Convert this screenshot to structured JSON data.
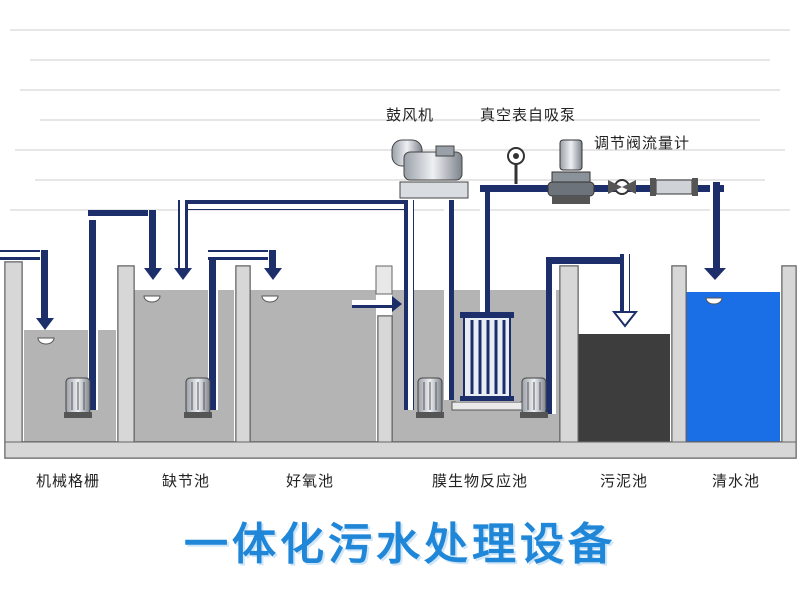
{
  "title": "一体化污水处理设备",
  "equipment_labels": {
    "blower": "鼓风机",
    "vacuum_pump": "真空表自吸泵",
    "valve_flowmeter": "调节阀流量计"
  },
  "tanks": [
    {
      "id": "screen",
      "label": "机械格栅",
      "fill": "#b4b4b4"
    },
    {
      "id": "equalization",
      "label": "缺节池",
      "fill": "#b4b4b4"
    },
    {
      "id": "aerobic",
      "label": "好氧池",
      "fill": "#b4b4b4"
    },
    {
      "id": "mbr",
      "label": "膜生物反应池",
      "fill": "#b4b4b4"
    },
    {
      "id": "sludge",
      "label": "污泥池",
      "fill": "#3d3d3d"
    },
    {
      "id": "clear",
      "label": "清水池",
      "fill": "#1a6ee6"
    }
  ],
  "colors": {
    "pipe_blue": "#1d2f6b",
    "wall": "#8a8a8a",
    "title": "#1f86d8"
  }
}
